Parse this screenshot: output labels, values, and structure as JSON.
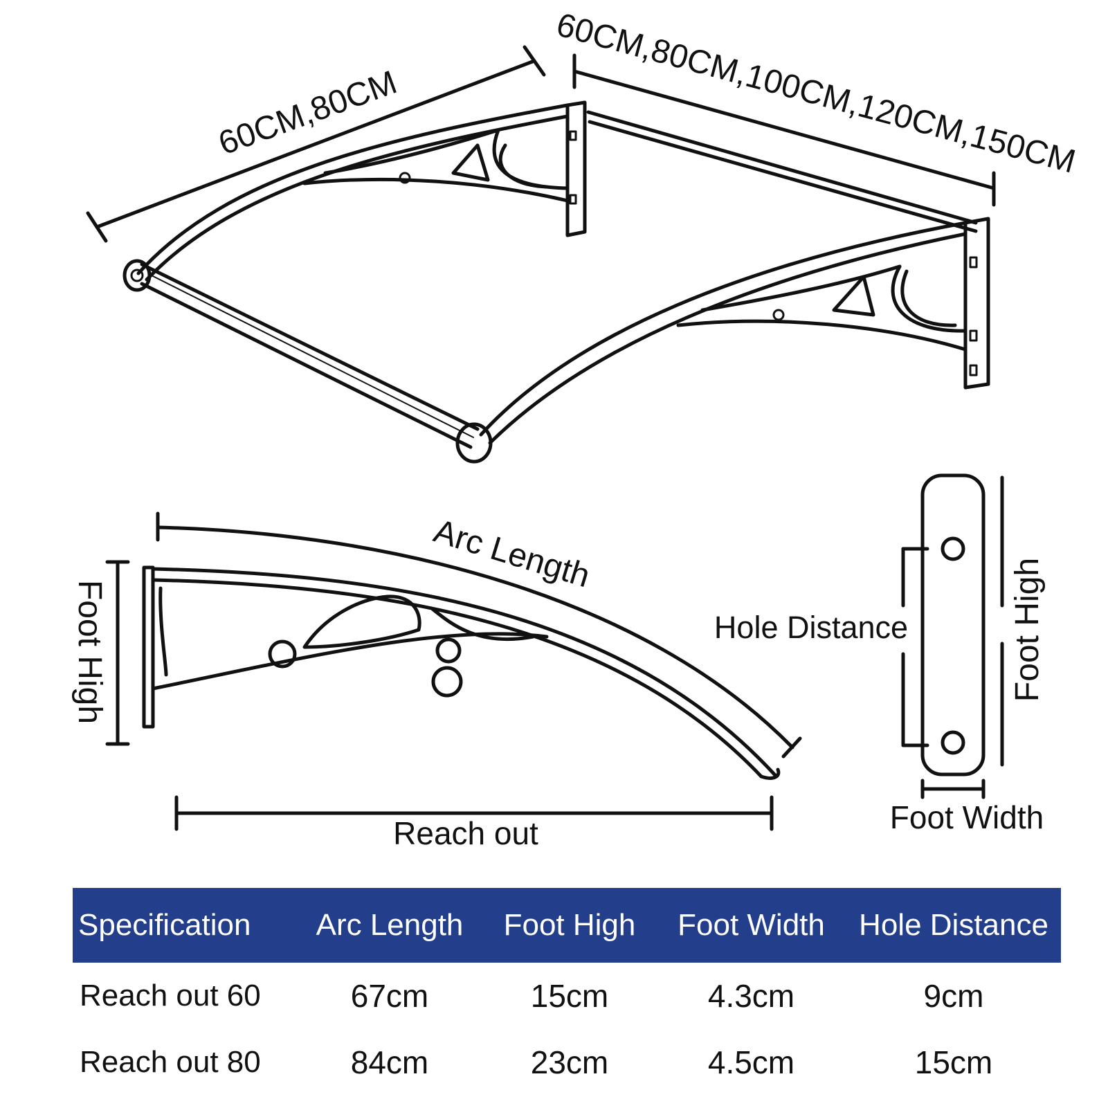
{
  "labels": {
    "depth_options": "60CM,80CM",
    "width_options": "60CM,80CM,100CM,120CM,150CM",
    "arc_length": "Arc Length",
    "foot_high_left": "Foot High",
    "reach_out": "Reach out",
    "hole_distance": "Hole Distance",
    "foot_high_right": "Foot High",
    "foot_width": "Foot Width"
  },
  "table": {
    "headers": [
      "Specification",
      "Arc Length",
      "Foot High",
      "Foot Width",
      "Hole Distance"
    ],
    "rows": [
      [
        "Reach out 60",
        "67cm",
        "15cm",
        "4.3cm",
        "9cm"
      ],
      [
        "Reach out 80",
        "84cm",
        "23cm",
        "4.5cm",
        "15cm"
      ]
    ]
  },
  "colors": {
    "header_bg": "#233f8c",
    "header_text": "#ffffff",
    "line": "#111111"
  }
}
